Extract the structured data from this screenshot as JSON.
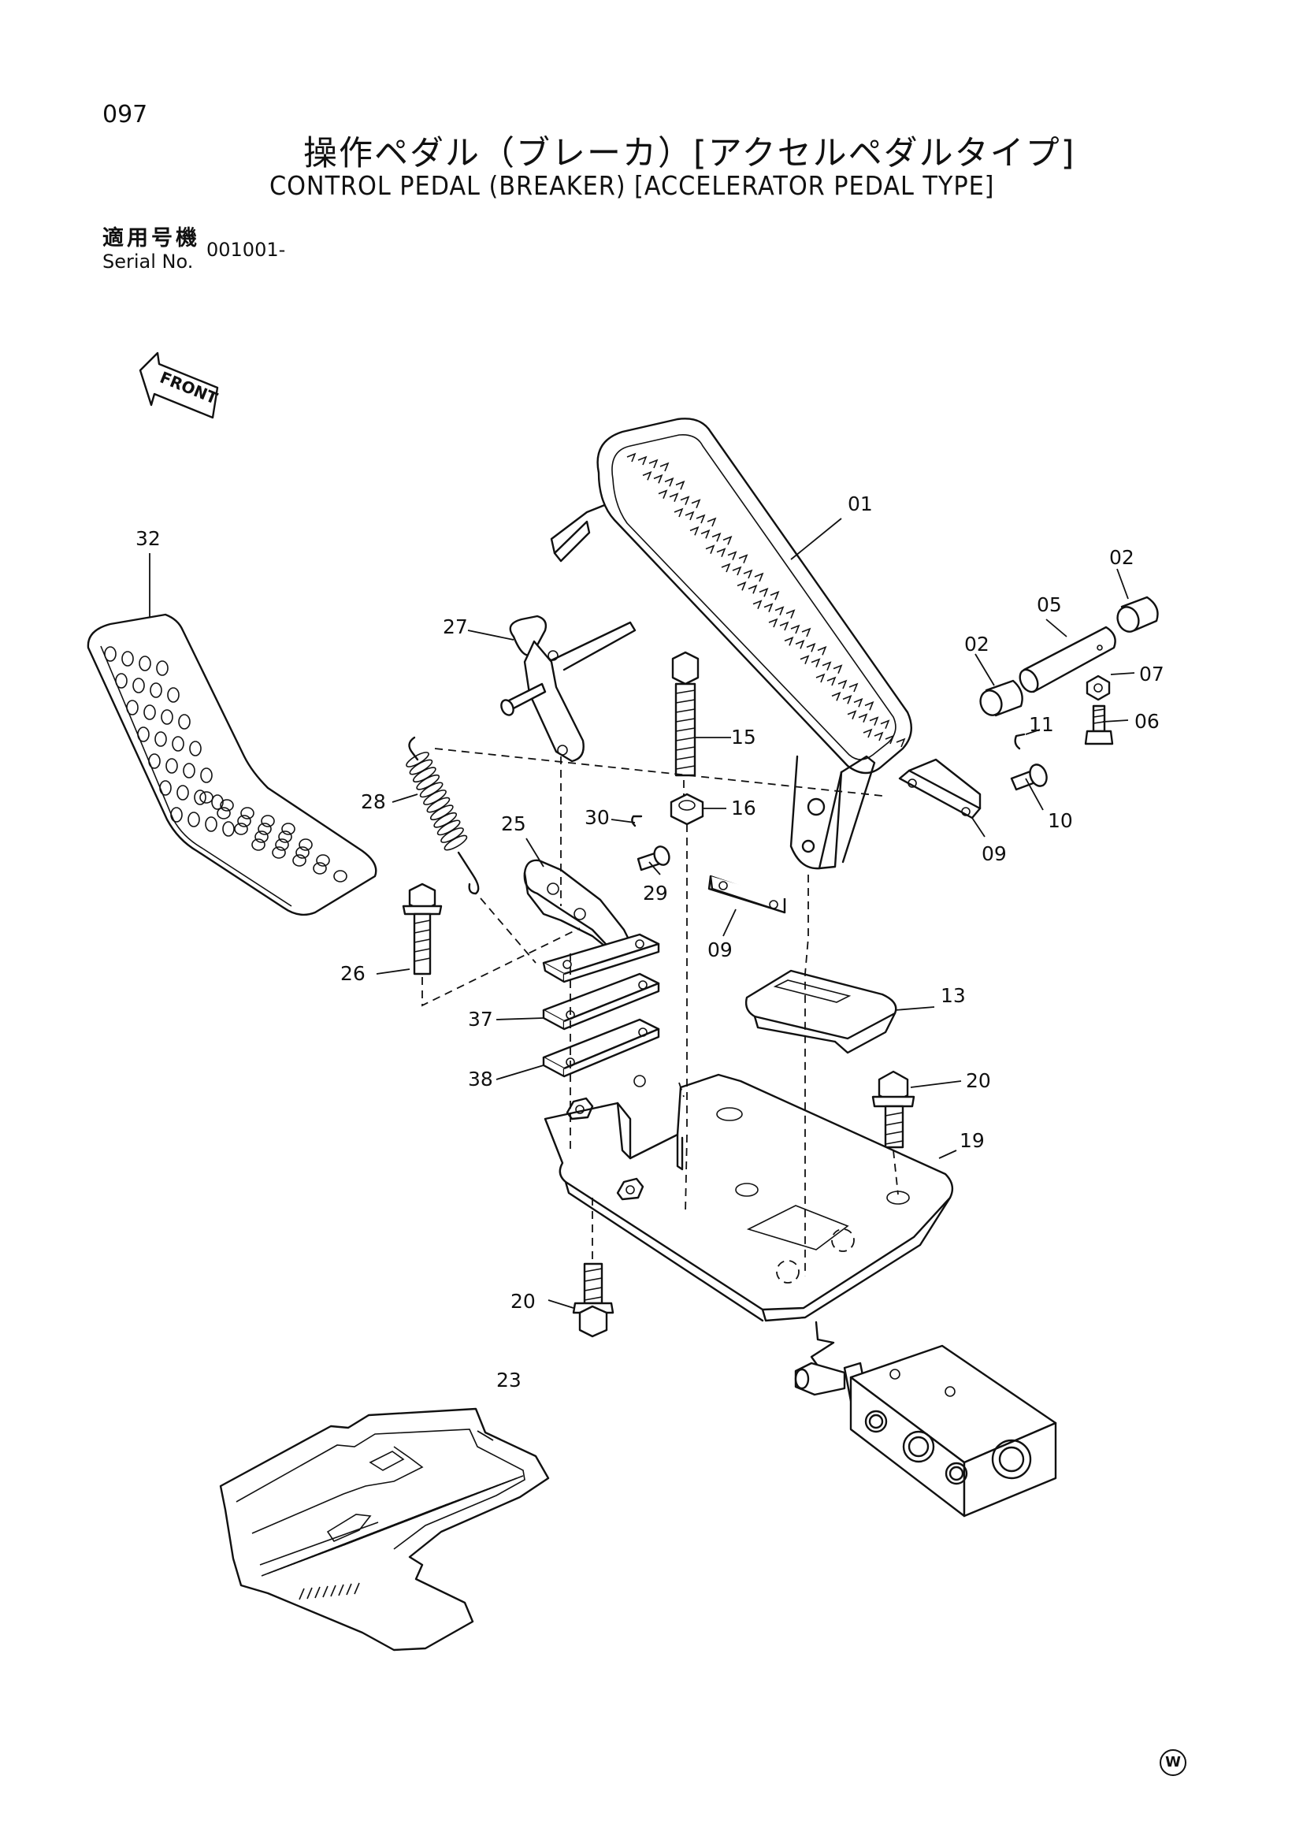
{
  "header": {
    "page_number": "097",
    "title_jp": "操作ペダル（ブレーカ）[アクセルペダルタイプ]",
    "title_en": "CONTROL PEDAL (BREAKER) [ACCELERATOR PEDAL TYPE]",
    "serial_label_jp": "適用号機",
    "serial_label_en": "Serial No.",
    "serial_value": "001001-"
  },
  "front_arrow": "FRONT",
  "callouts": {
    "c01": "01",
    "c02a": "02",
    "c02b": "02",
    "c05": "05",
    "c06": "06",
    "c07": "07",
    "c09a": "09",
    "c09b": "09",
    "c10": "10",
    "c11": "11",
    "c13": "13",
    "c15": "15",
    "c16": "16",
    "c19": "19",
    "c20a": "20",
    "c20b": "20",
    "c23": "23",
    "c25": "25",
    "c26": "26",
    "c27": "27",
    "c28": "28",
    "c29": "29",
    "c30": "30",
    "c32": "32",
    "c37": "37",
    "c38": "38"
  },
  "footer_mark": "W"
}
